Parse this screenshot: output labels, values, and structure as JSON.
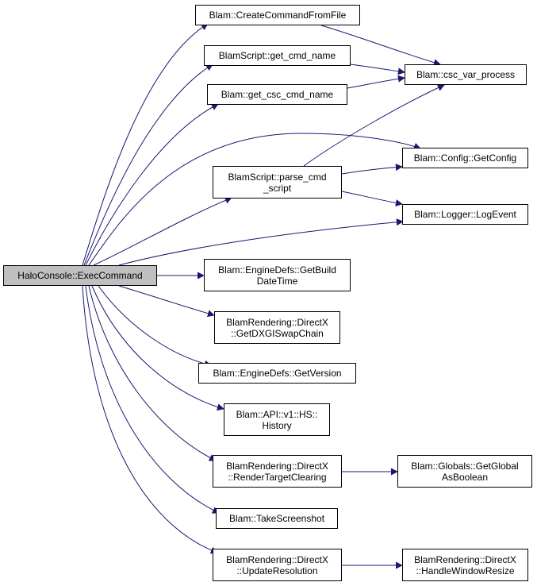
{
  "colors": {
    "edge": "#191970",
    "node_border": "#000000",
    "root_fill": "#bfbfbf",
    "node_fill": "#ffffff"
  },
  "nodes": {
    "root": [
      "HaloConsole::ExecCommand"
    ],
    "create_cmd_from_file": [
      "Blam::CreateCommandFromFile"
    ],
    "blamscript_get_cmd_name": [
      "BlamScript::get_cmd_name"
    ],
    "get_csc_cmd_name": [
      "Blam::get_csc_cmd_name"
    ],
    "csc_var_process": [
      "Blam::csc_var_process"
    ],
    "get_config": [
      "Blam::Config::GetConfig"
    ],
    "parse_cmd_script": [
      "BlamScript::parse_cmd",
      "_script"
    ],
    "log_event": [
      "Blam::Logger::LogEvent"
    ],
    "get_build_datetime": [
      "Blam::EngineDefs::GetBuild",
      "DateTime"
    ],
    "get_dxgi_swapchain": [
      "BlamRendering::DirectX",
      "::GetDXGISwapChain"
    ],
    "get_version": [
      "Blam::EngineDefs::GetVersion"
    ],
    "hs_history": [
      "Blam::API::v1::HS::",
      "History"
    ],
    "render_target_clearing": [
      "BlamRendering::DirectX",
      "::RenderTargetClearing"
    ],
    "get_global_as_boolean": [
      "Blam::Globals::GetGlobal",
      "AsBoolean"
    ],
    "take_screenshot": [
      "Blam::TakeScreenshot"
    ],
    "update_resolution": [
      "BlamRendering::DirectX",
      "::UpdateResolution"
    ],
    "handle_window_resize": [
      "BlamRendering::DirectX",
      "::HandleWindowResize"
    ]
  },
  "edges": [
    [
      "root",
      "create_cmd_from_file"
    ],
    [
      "root",
      "blamscript_get_cmd_name"
    ],
    [
      "root",
      "get_csc_cmd_name"
    ],
    [
      "root",
      "get_config"
    ],
    [
      "root",
      "parse_cmd_script"
    ],
    [
      "root",
      "log_event"
    ],
    [
      "root",
      "get_build_datetime"
    ],
    [
      "root",
      "get_dxgi_swapchain"
    ],
    [
      "root",
      "get_version"
    ],
    [
      "root",
      "hs_history"
    ],
    [
      "root",
      "render_target_clearing"
    ],
    [
      "root",
      "take_screenshot"
    ],
    [
      "root",
      "update_resolution"
    ],
    [
      "create_cmd_from_file",
      "csc_var_process"
    ],
    [
      "blamscript_get_cmd_name",
      "csc_var_process"
    ],
    [
      "get_csc_cmd_name",
      "csc_var_process"
    ],
    [
      "parse_cmd_script",
      "csc_var_process"
    ],
    [
      "parse_cmd_script",
      "get_config"
    ],
    [
      "parse_cmd_script",
      "log_event"
    ],
    [
      "render_target_clearing",
      "get_global_as_boolean"
    ],
    [
      "update_resolution",
      "handle_window_resize"
    ]
  ]
}
